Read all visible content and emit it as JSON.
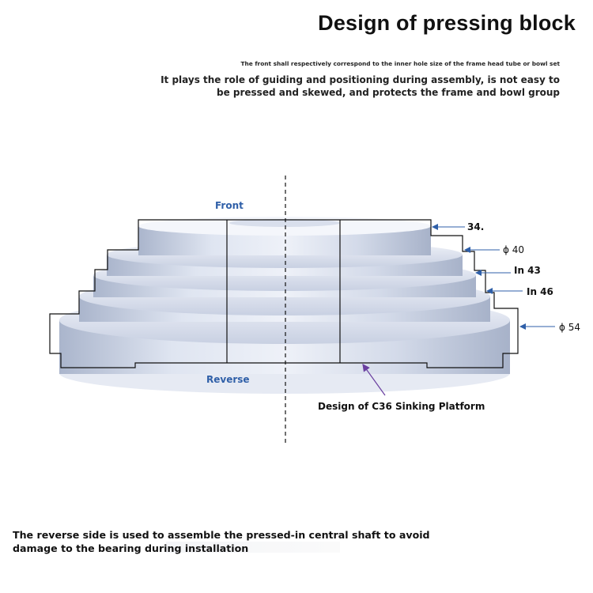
{
  "header": {
    "title": "Design of pressing block",
    "subtitle_small": "The front shall respectively correspond to the inner hole size of the frame head tube or bowl set",
    "subtitle_main": "It plays the role of guiding and positioning during assembly, is not easy to be pressed and skewed, and protects the frame and bowl group"
  },
  "diagram": {
    "front_label": "Front",
    "reverse_label": "Reverse",
    "dimensions": [
      "34.",
      "ϕ 40",
      "In 43",
      "In 46",
      "ϕ 54"
    ],
    "sinking_label": "Design of C36 Sinking Platform",
    "colors": {
      "label_blue": "#2f5fa8",
      "outline": "#111111",
      "pointer": "#6a3fa0",
      "metal": "#c9d3e6"
    }
  },
  "footer": {
    "note": "The reverse side is used to assemble the pressed-in central shaft to avoid damage to the bearing during installation"
  }
}
